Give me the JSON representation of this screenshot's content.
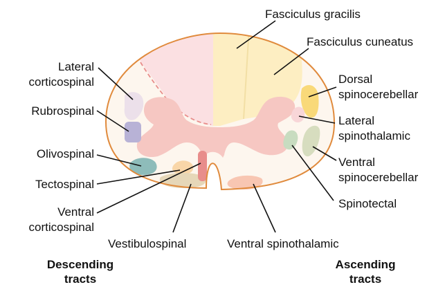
{
  "diagram": {
    "labels": {
      "fasciculus_gracilis": "Fasciculus gracilis",
      "fasciculus_cuneatus": "Fasciculus cuneatus",
      "dorsal_spinocerebellar": [
        "Dorsal",
        "spinocerebellar"
      ],
      "lateral_spinothalamic": [
        "Lateral",
        "spinothalamic"
      ],
      "ventral_spinocerebellar": [
        "Ventral",
        "spinocerebellar"
      ],
      "spinotectal": "Spinotectal",
      "ventral_spinothalamic": "Ventral spinothalamic",
      "vestibulospinal": "Vestibulospinal",
      "lateral_corticospinal": [
        "Lateral",
        "corticospinal"
      ],
      "rubrospinal": "Rubrospinal",
      "olivospinal": "Olivospinal",
      "tectospinal": "Tectospinal",
      "ventral_corticospinal": [
        "Ventral",
        "corticospinal"
      ]
    },
    "captions": {
      "descending": [
        "Descending",
        "tracts"
      ],
      "ascending": [
        "Ascending",
        "tracts"
      ]
    },
    "colors": {
      "outline": "#e08a3c",
      "white_matter": "#fdf6ee",
      "dorsal_column": "#fdeec2",
      "dorsal_column_stripe": "#f2dfa5",
      "gray_matter": "#f6c7c2",
      "lateral_corticospinal_region": "#fbe0e2",
      "rubrospinal": "#b8b2d6",
      "olivospinal": "#8ebcba",
      "tectospinal": "#f9d6a8",
      "vestibulospinal": "#e6d7b8",
      "ventral_corticospinal": "#e88d8b",
      "dorsal_spinocerebellar": "#f9d979",
      "lateral_spinothalamic": "#f8d6d8",
      "ventral_spinocerebellar": "#d7ddbf",
      "spinotectal": "#c8dcc0",
      "ventral_spinothalamic": "#f8c6b2",
      "leader_line": "#111111"
    }
  }
}
